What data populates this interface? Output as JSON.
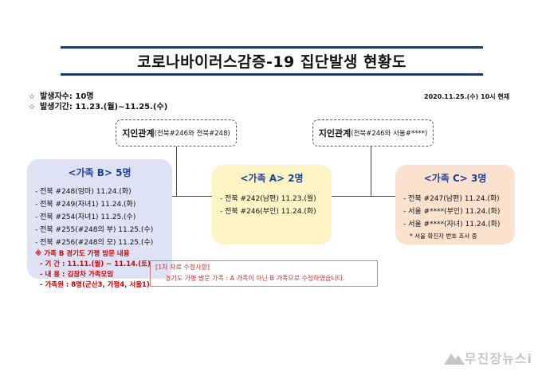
{
  "title": "코로나바이러스감증-19 집단발생 현황도",
  "summary": {
    "bullet": "☆",
    "cases": "발생자수: 10명",
    "period": "발생기간: 11.23.(월)~11.25.(수)"
  },
  "as_of": "2020.11.25.(수) 10시 현재",
  "relations": [
    {
      "label": "지인관계",
      "detail": "(전북#246와 전북#248)"
    },
    {
      "label": "지인관계",
      "detail": "(전북#246와 서울#****)"
    }
  ],
  "family_b": {
    "title": "<가족 B> 5명",
    "rows": [
      "- 전북 #248(엄마)  11.24.(화)",
      "- 전북 #249(자녀1) 11.24.(화)",
      "- 전북 #254(자녀1) 11.25.(수)",
      "- 전북 #255(#248의 부) 11.25.(수)",
      "- 전북 #256(#248의 모) 11.25.(수)"
    ],
    "visit_title": "※ 가족 B 경기도 가평 방문 내용",
    "visit_rows": [
      "- 기  간 : 11.11.(월) ~ 11.14.(토)",
      "- 내  용 : 김장차 가족모임",
      "- 가족원 : 8명(군산3, 가평4, 서울1)"
    ]
  },
  "family_a": {
    "title": "<가족 A> 2명",
    "rows": [
      "- 전북 #242(남편) 11.23.(월)",
      "- 전북 #246(부인) 11.24.(화)"
    ]
  },
  "family_c": {
    "title": "<가족 C> 3명",
    "rows": [
      "- 전북 #247(남편) 11.24.(화)",
      "- 서울 #****(부인) 11.24.(화)",
      "- 서울 #****(자녀) 11.24.(화)"
    ],
    "note": "* 서울 확진자 번호 조사 중"
  },
  "correction": {
    "header": "[1차 자료 수정사항]",
    "body": "경기도 가평 방문 가족 : A 가족이 아닌 B 가족으로 수정하였습니다."
  },
  "watermark": "무진장뉴스i",
  "colors": {
    "title_rule": "#1f3a6b",
    "family_b_bg": "#dde3f5",
    "family_a_bg": "#fdf5c6",
    "family_c_bg": "#fbe2cf",
    "alert_red": "#d40000"
  }
}
